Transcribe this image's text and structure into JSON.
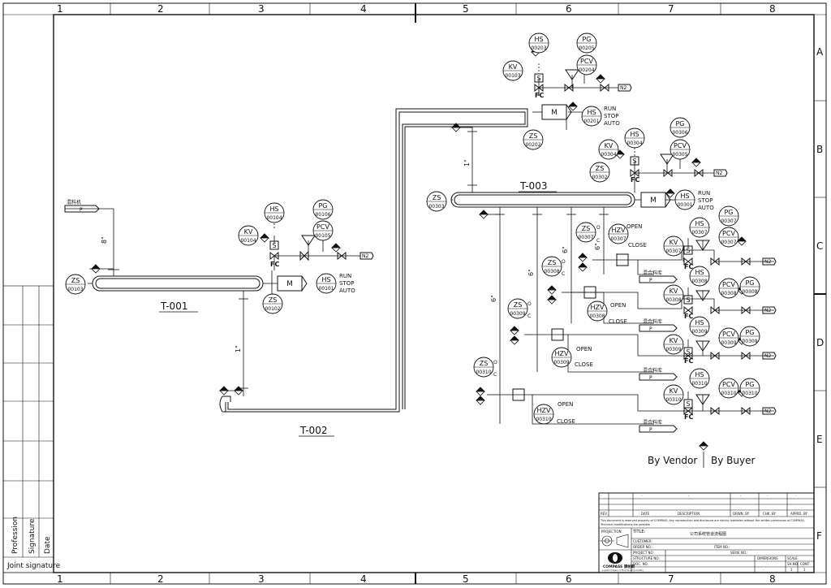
{
  "frame": {
    "cols_top": [
      "1",
      "2",
      "3",
      "4",
      "5",
      "6",
      "7",
      "8"
    ],
    "cols_bottom": [
      "1",
      "2",
      "3",
      "4",
      "5",
      "6",
      "7",
      "8"
    ],
    "rows": [
      "A",
      "B",
      "C",
      "D",
      "E",
      "F"
    ]
  },
  "left_table": {
    "profession": "Profession",
    "signature": "Signature",
    "date": "Date",
    "joint": "Joint signature"
  },
  "tanks": {
    "t001": "T-001",
    "t002": "T-002",
    "t003": "T-003"
  },
  "pipe_sizes": {
    "a": "8\"",
    "b": "1\"",
    "c": "1\"",
    "d": "6\"",
    "e": "6\"",
    "f": "6\"",
    "g": "6\""
  },
  "feed_label": "混料机",
  "feed_p": "P",
  "n2": "N2",
  "fc": "FC",
  "solenoid": "S",
  "motor": "M",
  "run_stop_auto": [
    "RUN",
    "STOP",
    "AUTO"
  ],
  "open": "OPEN",
  "close": "CLOSE",
  "pos_o": "O",
  "pos_c": "C",
  "mix_tank_label": "混合料库",
  "instruments": {
    "zs103": [
      "ZS",
      "00103"
    ],
    "hs104": [
      "HS",
      "00104"
    ],
    "pg106": [
      "PG",
      "00106"
    ],
    "kv104": [
      "KV",
      "00104"
    ],
    "pcv105": [
      "PCV",
      "00105"
    ],
    "hs101": [
      "HS",
      "00101"
    ],
    "zs102": [
      "ZS",
      "00102"
    ],
    "hs203": [
      "HS",
      "00203"
    ],
    "pg205": [
      "PG",
      "00205"
    ],
    "kv103": [
      "KV",
      "00103"
    ],
    "pcv204": [
      "PCV",
      "00204"
    ],
    "hs201": [
      "HS",
      "00201"
    ],
    "zs202": [
      "ZS",
      "00202"
    ],
    "hs304": [
      "HS",
      "00304"
    ],
    "pg306": [
      "PG",
      "00306"
    ],
    "kv304": [
      "KV",
      "00304"
    ],
    "pcv305": [
      "PCV",
      "00305"
    ],
    "zs302": [
      "ZS",
      "00302"
    ],
    "zs303": [
      "ZS",
      "00303"
    ],
    "hs301": [
      "HS",
      "00301"
    ],
    "zs307": [
      "ZS",
      "00307"
    ],
    "hzv307": [
      "HZV",
      "00307"
    ],
    "hs307": [
      "HS",
      "00307"
    ],
    "pg307": [
      "PG",
      "00307"
    ],
    "kv307": [
      "KV",
      "00307"
    ],
    "pcv307": [
      "PCV",
      "00307"
    ],
    "zs308": [
      "ZS",
      "00308"
    ],
    "hzv308": [
      "HZV",
      "00308"
    ],
    "hs308": [
      "HS",
      "00308"
    ],
    "kv308": [
      "KV",
      "00308"
    ],
    "pcv308": [
      "PCV",
      "00308"
    ],
    "pg308": [
      "PG",
      "00308"
    ],
    "zs309": [
      "ZS",
      "00309"
    ],
    "hzv309": [
      "HZV",
      "00309"
    ],
    "hs309": [
      "HS",
      "00309"
    ],
    "kv309": [
      "KV",
      "00309"
    ],
    "pcv309": [
      "PCV",
      "00309"
    ],
    "pg309": [
      "PG",
      "00309"
    ],
    "zs310": [
      "ZS",
      "00310"
    ],
    "hzv310": [
      "HZV",
      "00310"
    ],
    "hs310": [
      "HS",
      "00310"
    ],
    "kv310": [
      "KV",
      "00310"
    ],
    "pcv310": [
      "PCV",
      "00310"
    ],
    "pg310": [
      "PG",
      "00310"
    ]
  },
  "legend": {
    "vendor": "By Vendor",
    "buyer": "By Buyer"
  },
  "title_block": {
    "rev": "REV.",
    "date": "DATE",
    "description": "DESCRIPTION",
    "drwn": "DRWN. BY",
    "chk": "CHK. BY",
    "appd": "APPRD. BY",
    "disclaimer1": "This document is reserved property of COMPASS. Any reproduction and disclosure are strictly forbidden without the written permission of COMPASS.",
    "disclaimer2": "Technical modifications are possible",
    "projection": "PROJECTION",
    "title": "TITLE:",
    "title_value": "公司系统管道流程图",
    "customer": "CUSTOMER:",
    "order_no": "ORDER NO.:",
    "item_no": "ITEM NO.:",
    "project_no": "PROJECT NO:",
    "serie_no": "SERIE NO.:",
    "structure_no": "STRUCTURE NO:",
    "dimensions": "DIMENSIONS",
    "scale": "SCALE",
    "doc_no": "DOC. NO.",
    "sh_no": "SH.NO.",
    "cont": "CONT",
    "sh_val": "1",
    "cont_val": "1",
    "dash": "-",
    "logo_name": "COMPASS 康帕斯",
    "logo_sub": "a great company in fluid handling industry"
  }
}
